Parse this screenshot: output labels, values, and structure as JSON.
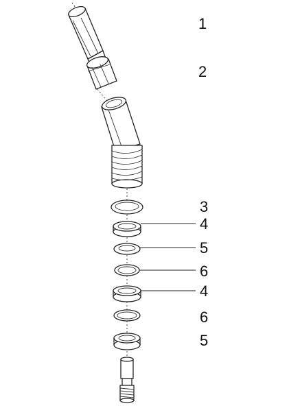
{
  "colors": {
    "line": "#222222",
    "background": "#ffffff",
    "text": "#111111"
  },
  "callouts": [
    {
      "part": "1"
    },
    {
      "part": "2"
    },
    {
      "part": "3"
    },
    {
      "part": "4"
    },
    {
      "part": "5"
    },
    {
      "part": "6"
    },
    {
      "part": "4"
    },
    {
      "part": "6"
    },
    {
      "part": "5"
    }
  ]
}
